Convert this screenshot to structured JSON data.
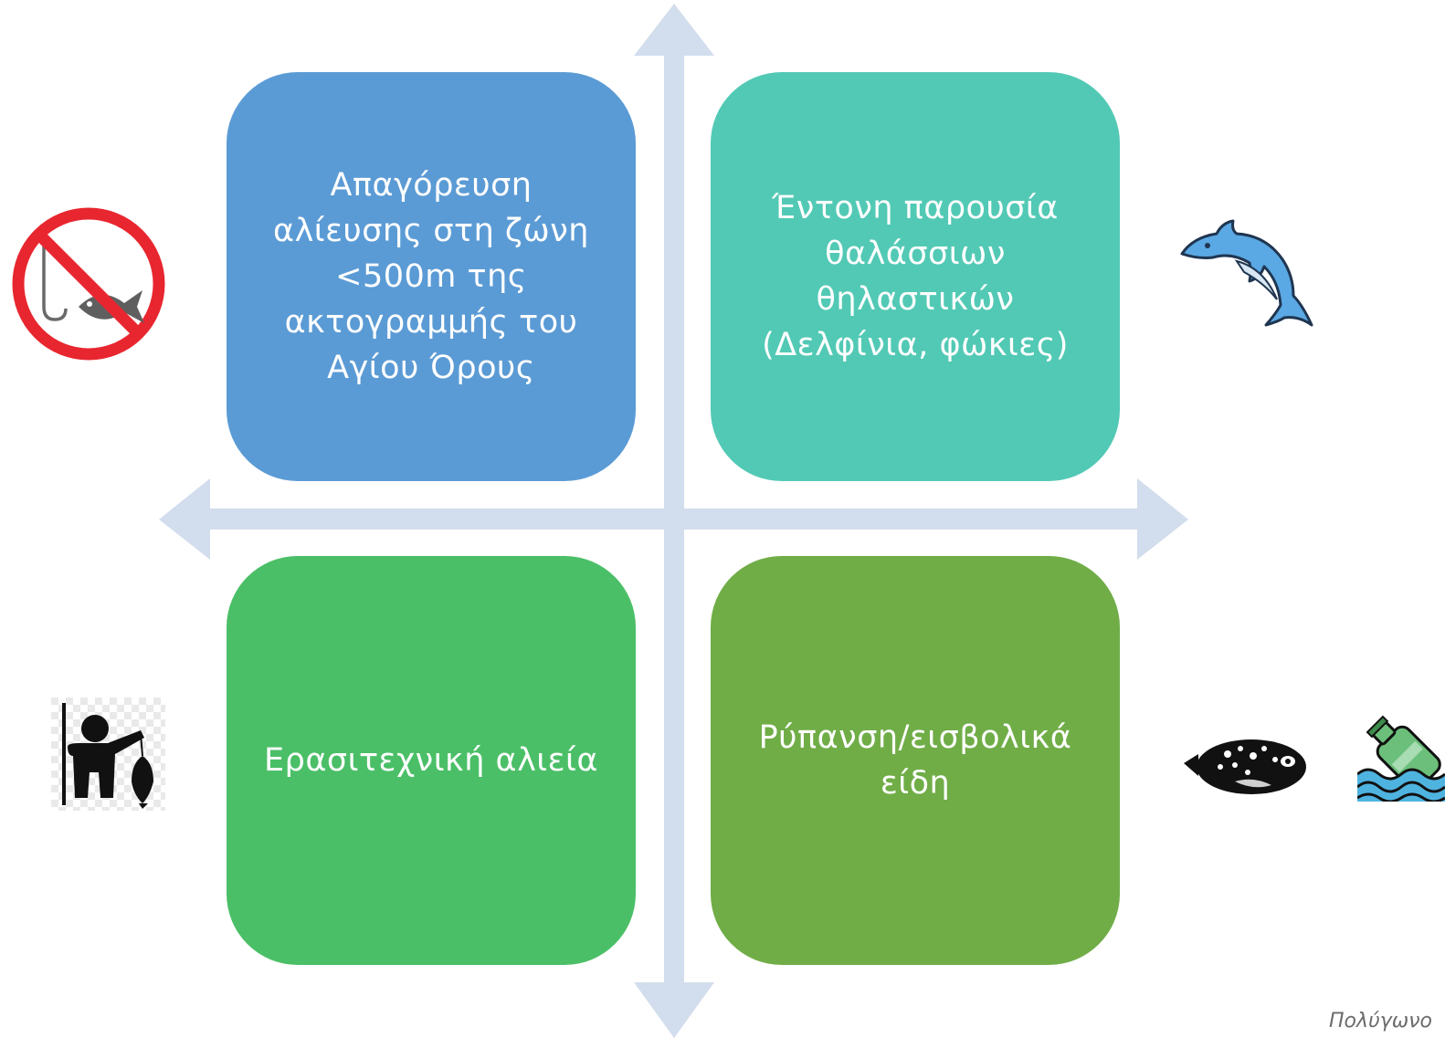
{
  "quadrants": [
    {
      "text": "Απαγόρευση\nαλίευσης στη ζώνη\n<500m της\nακτογραμμής του\nΑγίου Όρους",
      "color": "#5b9bd5"
    },
    {
      "text": "Έντονη παρουσία\nθαλάσσιων\nθηλαστικών\n(Δελφίνια, φώκιες)",
      "color": "#52c9b5"
    },
    {
      "text": "Ερασιτεχνική αλιεία",
      "color": "#4bbf67"
    },
    {
      "text": "Ρύπανση/εισβολικά\nείδη",
      "color": "#70ad47"
    }
  ],
  "colors": {
    "axis": "#d2dded"
  },
  "icons": [
    "no-fishing-icon",
    "dolphin-icon",
    "angler-icon",
    "pufferfish-icon",
    "floating-bottle-icon"
  ],
  "caption": "Πολύγωνο"
}
